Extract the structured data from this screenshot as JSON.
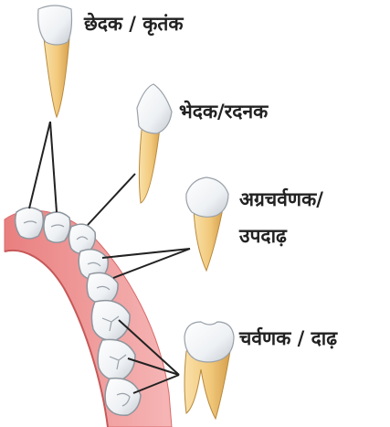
{
  "labels": {
    "incisor": "छेदक / कृतंक",
    "canine": "भेदक/रदनक",
    "premolar_line1": "अग्रचर्वणक/",
    "premolar_line2": "उपदाढ़",
    "molar": "चर्वणक / दाढ़"
  },
  "colors": {
    "gum": "#f2a6a6",
    "gum_dark": "#e07b7b",
    "enamel": "#f3f5f7",
    "enamel_shade": "#c9ced4",
    "root": "#f4cf8a",
    "root_shade": "#d9a856",
    "leader_line": "#222222",
    "text": "#222222"
  }
}
